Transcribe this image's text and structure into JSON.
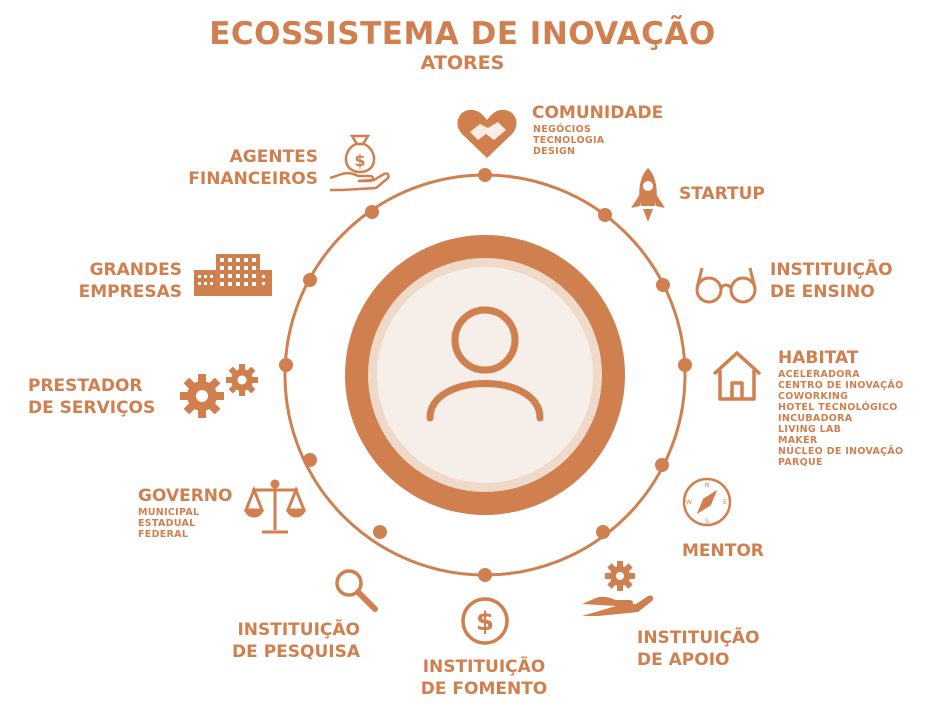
{
  "header": {
    "title": "ECOSSISTEMA DE INOVAÇÃO",
    "subtitle": "ATORES"
  },
  "actors": {
    "comunidade": {
      "label": "COMUNIDADE",
      "items": [
        "NEGÓCIOS",
        "TECNOLOGIA",
        "DESIGN"
      ],
      "icon": "heart-handshake-icon"
    },
    "startup": {
      "label": "STARTUP",
      "icon": "rocket-icon"
    },
    "instituicao_ensino": {
      "line1": "INSTITUIÇÃO",
      "line2": "DE ENSINO",
      "icon": "glasses-icon"
    },
    "habitat": {
      "label": "HABITAT",
      "items": [
        "ACELERADORA",
        "CENTRO DE INOVAÇÃO",
        "COWORKING",
        "HOTEL TECNOLÓGICO",
        "INCUBADORA",
        "LIVING LAB",
        "MAKER",
        "NÚCLEO DE INOVAÇÃO",
        "PARQUE"
      ],
      "icon": "house-icon"
    },
    "mentor": {
      "label": "MENTOR",
      "icon": "compass-icon"
    },
    "instituicao_apoio": {
      "line1": "INSTITUIÇÃO",
      "line2": "DE APOIO",
      "icon": "hand-gear-icon"
    },
    "instituicao_fomento": {
      "line1": "INSTITUIÇÃO",
      "line2": "DE FOMENTO",
      "icon": "dollar-coin-icon"
    },
    "instituicao_pesquisa": {
      "line1": "INSTITUIÇÃO",
      "line2": "DE PESQUISA",
      "icon": "magnifier-icon"
    },
    "governo": {
      "label": "GOVERNO",
      "items": [
        "MUNICIPAL",
        "ESTADUAL",
        "FEDERAL"
      ],
      "icon": "scales-icon"
    },
    "prestador_servicos": {
      "line1": "PRESTADOR",
      "line2": "DE SERVIÇOS",
      "icon": "gears-icon"
    },
    "grandes_empresas": {
      "line1": "GRANDES",
      "line2": "EMPRESAS",
      "icon": "building-icon"
    },
    "agentes_financeiros": {
      "line1": "AGENTES",
      "line2": "FINANCEIROS",
      "icon": "money-bag-hand-icon"
    }
  },
  "center": {
    "icon": "user-icon"
  },
  "colors": {
    "primary": "#d07f4f",
    "ring_inner": "#f5ece6",
    "ring_mid": "#efd9c9"
  }
}
